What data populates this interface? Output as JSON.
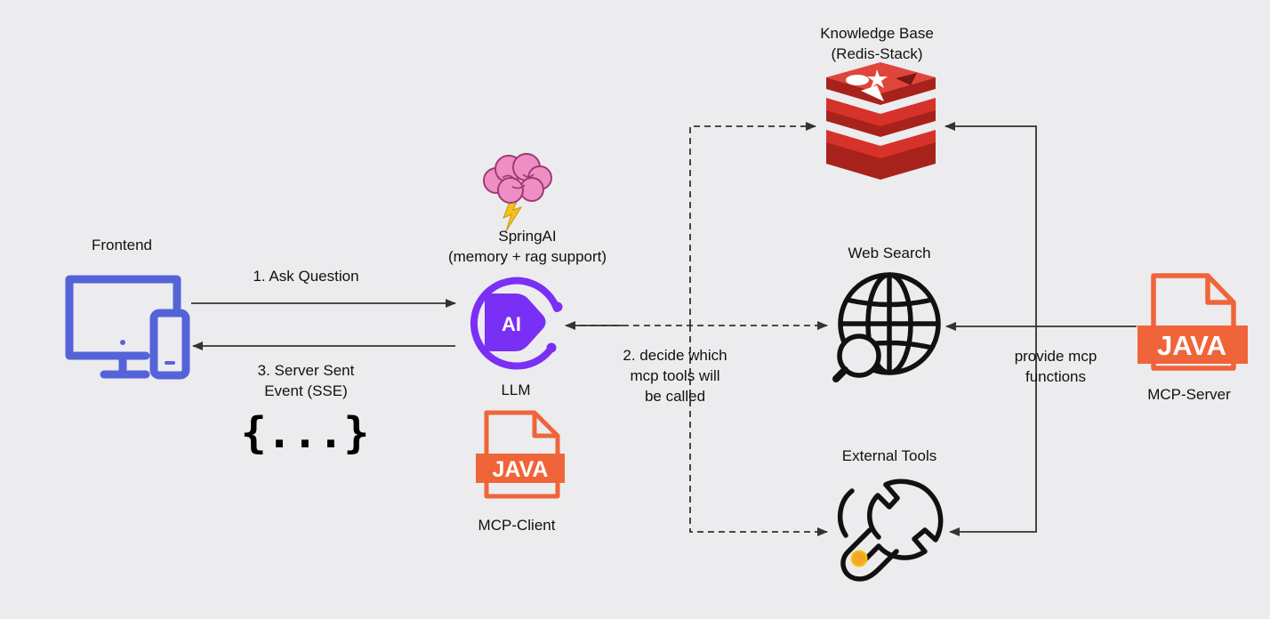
{
  "nodes": {
    "frontend": {
      "label": "Frontend"
    },
    "springai": {
      "label_line1": "SpringAI",
      "label_line2": "(memory + rag support)"
    },
    "llm": {
      "label": "LLM",
      "icon_text": "AI"
    },
    "mcp_client": {
      "label": "MCP-Client",
      "icon_text": "JAVA"
    },
    "knowledge_base": {
      "label_line1": "Knowledge Base",
      "label_line2": "(Redis-Stack)"
    },
    "web_search": {
      "label": "Web Search"
    },
    "external_tools": {
      "label": "External Tools"
    },
    "mcp_server": {
      "label": "MCP-Server",
      "icon_text": "JAVA"
    }
  },
  "edges": {
    "ask_question": {
      "label": "1. Ask Question"
    },
    "sse": {
      "label_line1": "3. Server Sent",
      "label_line2": "Event (SSE)",
      "payload": "{...}"
    },
    "decide_tools": {
      "label_line1": "2.  decide which",
      "label_line2": "mcp tools will",
      "label_line3": "be called"
    },
    "provide_functions": {
      "label_line1": "provide mcp",
      "label_line2": "functions"
    }
  },
  "colors": {
    "background": "#ececee",
    "device_blue": "#5563d9",
    "ai_purple": "#7a2ff5",
    "java_orange": "#f0643a",
    "redis_red": "#d7322a",
    "brain_pink": "#ee8fc4",
    "bolt_yellow": "#f5c21b",
    "arrow": "#333333"
  }
}
